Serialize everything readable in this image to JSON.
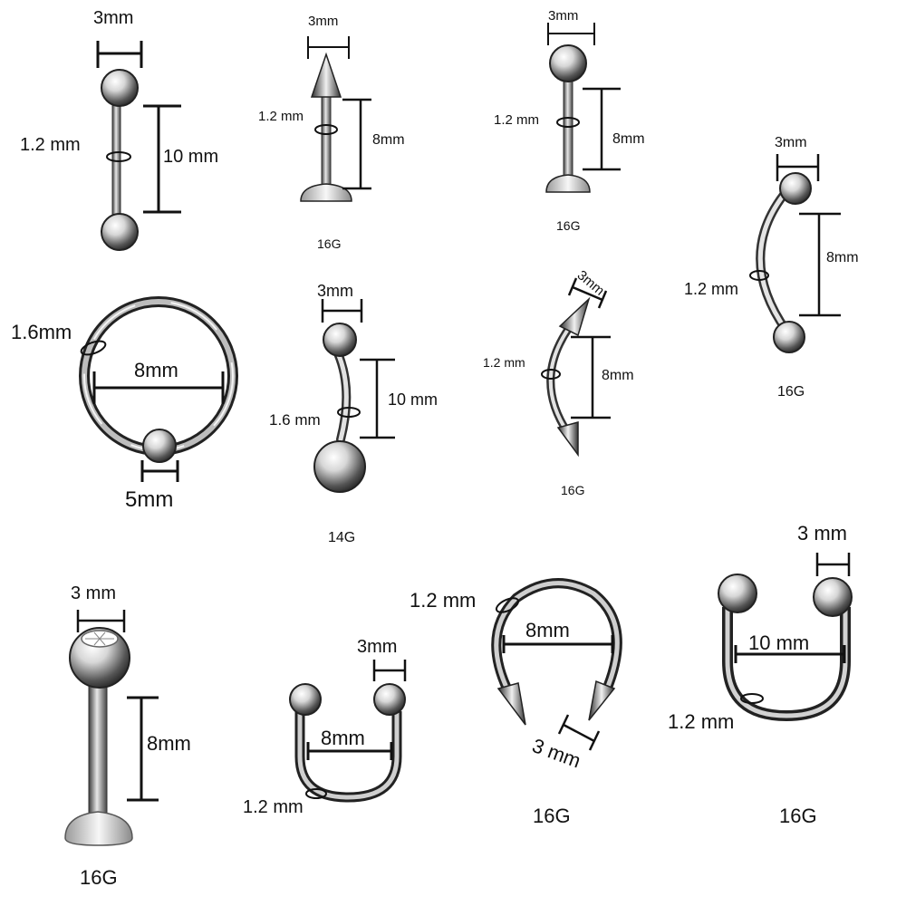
{
  "colors": {
    "metal_dark": "#2a2a2a",
    "metal_mid": "#8a8a8a",
    "metal_light": "#f2f2f2",
    "ink": "#111111"
  },
  "items": [
    {
      "type": "straight barbell",
      "ball": "3mm",
      "thickness": "1.2 mm",
      "length": "10 mm"
    },
    {
      "type": "spike labret",
      "spike": "3mm",
      "thickness": "1.2 mm",
      "length": "8mm",
      "gauge": "16G"
    },
    {
      "type": "ball labret",
      "ball": "3mm",
      "thickness": "1.2 mm",
      "length": "8mm",
      "gauge": "16G"
    },
    {
      "type": "curved barbell",
      "ball": "3mm",
      "thickness": "1.2 mm",
      "length": "8mm",
      "gauge": "16G"
    },
    {
      "type": "captive bead ring",
      "thickness": "1.6mm",
      "diameter": "8mm",
      "bead": "5mm"
    },
    {
      "type": "belly ring",
      "ball": "3mm",
      "thickness": "1.6 mm",
      "length": "10 mm",
      "gauge": "14G"
    },
    {
      "type": "curved spike barbell",
      "spike": "3mm",
      "thickness": "1.2 mm",
      "length": "8mm",
      "gauge": "16G"
    },
    {
      "type": "gem labret",
      "ball": "3 mm",
      "length": "8mm",
      "gauge": "16G"
    },
    {
      "type": "horseshoe ball",
      "ball": "3mm",
      "diameter": "8mm",
      "thickness": "1.2 mm"
    },
    {
      "type": "horseshoe spike",
      "thickness": "1.2 mm",
      "diameter": "8mm",
      "spike": "3 mm",
      "gauge": "16G"
    },
    {
      "type": "horseshoe ball large",
      "ball": "3 mm",
      "diameter": "10 mm",
      "thickness": "1.2 mm",
      "gauge": "16G"
    }
  ]
}
